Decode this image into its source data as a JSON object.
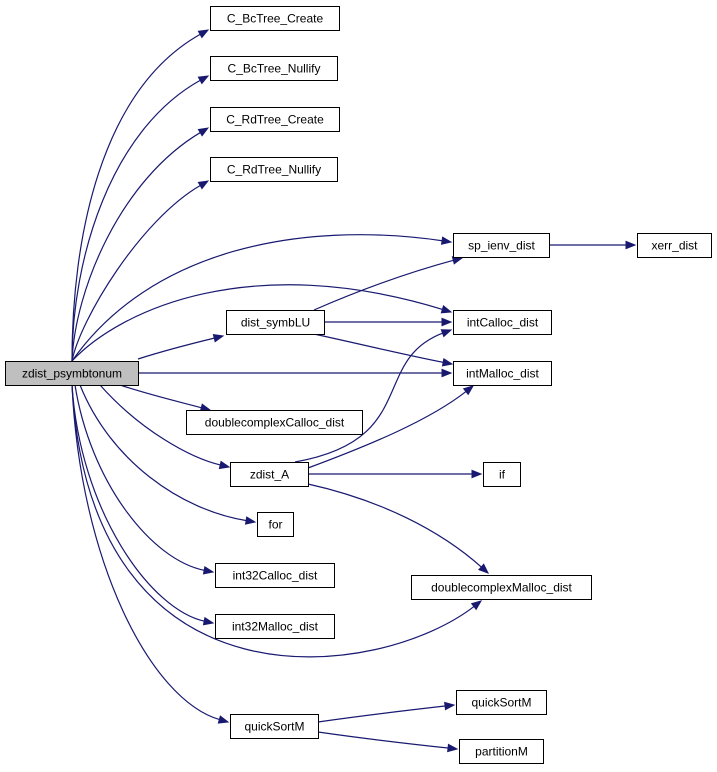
{
  "graph": {
    "root": "zdist_psymbtonum",
    "colors": {
      "edge": "#191970",
      "root_fill": "#bfbfbf",
      "node_fill": "#ffffff",
      "node_border": "#000000"
    },
    "nodes": [
      {
        "id": "zdist_psymbtonum",
        "label": "zdist_psymbtonum"
      },
      {
        "id": "C_BcTree_Create",
        "label": "C_BcTree_Create"
      },
      {
        "id": "C_BcTree_Nullify",
        "label": "C_BcTree_Nullify"
      },
      {
        "id": "C_RdTree_Create",
        "label": "C_RdTree_Create"
      },
      {
        "id": "C_RdTree_Nullify",
        "label": "C_RdTree_Nullify"
      },
      {
        "id": "sp_ienv_dist",
        "label": "sp_ienv_dist"
      },
      {
        "id": "xerr_dist",
        "label": "xerr_dist"
      },
      {
        "id": "dist_symbLU",
        "label": "dist_symbLU"
      },
      {
        "id": "intCalloc_dist",
        "label": "intCalloc_dist"
      },
      {
        "id": "intMalloc_dist",
        "label": "intMalloc_dist"
      },
      {
        "id": "doublecomplexCalloc_dist",
        "label": "doublecomplexCalloc_dist"
      },
      {
        "id": "zdist_A",
        "label": "zdist_A"
      },
      {
        "id": "if",
        "label": "if"
      },
      {
        "id": "for",
        "label": "for"
      },
      {
        "id": "doublecomplexMalloc_dist",
        "label": "doublecomplexMalloc_dist"
      },
      {
        "id": "int32Calloc_dist",
        "label": "int32Calloc_dist"
      },
      {
        "id": "int32Malloc_dist",
        "label": "int32Malloc_dist"
      },
      {
        "id": "quickSortM_callee",
        "label": "quickSortM"
      },
      {
        "id": "quickSortM",
        "label": "quickSortM"
      },
      {
        "id": "partitionM",
        "label": "partitionM"
      }
    ],
    "edges": [
      {
        "from": "zdist_psymbtonum",
        "to": "C_BcTree_Create"
      },
      {
        "from": "zdist_psymbtonum",
        "to": "C_BcTree_Nullify"
      },
      {
        "from": "zdist_psymbtonum",
        "to": "C_RdTree_Create"
      },
      {
        "from": "zdist_psymbtonum",
        "to": "C_RdTree_Nullify"
      },
      {
        "from": "zdist_psymbtonum",
        "to": "sp_ienv_dist"
      },
      {
        "from": "zdist_psymbtonum",
        "to": "intCalloc_dist"
      },
      {
        "from": "zdist_psymbtonum",
        "to": "dist_symbLU"
      },
      {
        "from": "zdist_psymbtonum",
        "to": "intMalloc_dist"
      },
      {
        "from": "zdist_psymbtonum",
        "to": "doublecomplexCalloc_dist"
      },
      {
        "from": "zdist_psymbtonum",
        "to": "zdist_A"
      },
      {
        "from": "zdist_psymbtonum",
        "to": "for"
      },
      {
        "from": "zdist_psymbtonum",
        "to": "int32Calloc_dist"
      },
      {
        "from": "zdist_psymbtonum",
        "to": "int32Malloc_dist"
      },
      {
        "from": "zdist_psymbtonum",
        "to": "doublecomplexMalloc_dist"
      },
      {
        "from": "zdist_psymbtonum",
        "to": "quickSortM"
      },
      {
        "from": "sp_ienv_dist",
        "to": "xerr_dist"
      },
      {
        "from": "dist_symbLU",
        "to": "sp_ienv_dist"
      },
      {
        "from": "dist_symbLU",
        "to": "intCalloc_dist"
      },
      {
        "from": "dist_symbLU",
        "to": "intMalloc_dist"
      },
      {
        "from": "zdist_A",
        "to": "intCalloc_dist"
      },
      {
        "from": "zdist_A",
        "to": "intMalloc_dist"
      },
      {
        "from": "zdist_A",
        "to": "if"
      },
      {
        "from": "zdist_A",
        "to": "doublecomplexMalloc_dist"
      },
      {
        "from": "quickSortM",
        "to": "quickSortM_callee"
      },
      {
        "from": "quickSortM",
        "to": "partitionM"
      }
    ]
  }
}
